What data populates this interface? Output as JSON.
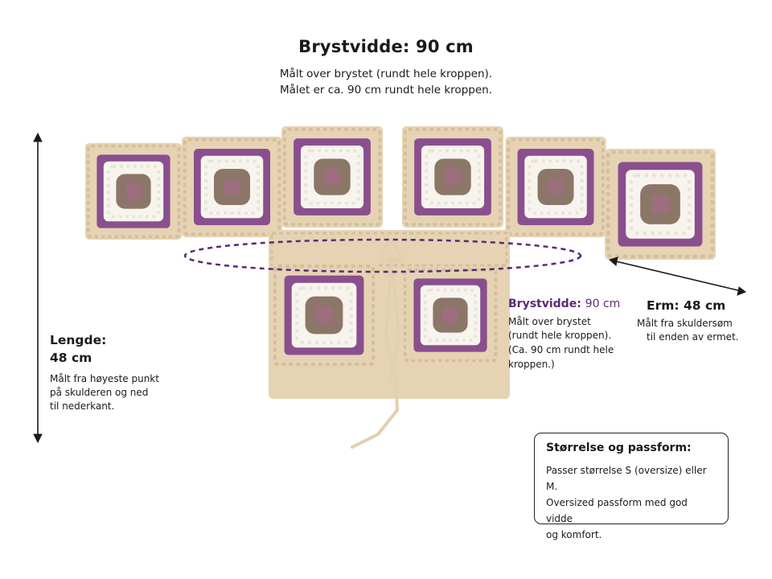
{
  "header": {
    "title": "Brystvidde: 90 cm",
    "line1": "Målt over brystet (rundt hele kroppen).",
    "line2": "Målet er ca. 90 cm rundt hele kroppen."
  },
  "length": {
    "label": "Lengde:",
    "value": "48 cm",
    "desc1": "Målt fra høyeste punkt",
    "desc2": "på skulderen og ned",
    "desc3": "til nederkant."
  },
  "chest": {
    "label": "Brystvidde:",
    "value": "90 cm",
    "desc1": "Målt over brystet",
    "desc2": "(rundt hele kroppen).",
    "desc3": "(Ca. 90 cm rundt hele",
    "desc4": "kroppen.)"
  },
  "arm": {
    "label": "Erm: 48 cm",
    "desc1": "Målt fra skuldersøm",
    "desc2": "til enden av ermet."
  },
  "size": {
    "title": "Størrelse og passform:",
    "line1": "Passer størrelse S (oversize) eller M.",
    "line2": "Oversized passform med god vidde",
    "line3": "og komfort."
  },
  "colors": {
    "yarn_beige": "#e6d3b3",
    "yarn_purple": "#8a4f8e",
    "yarn_white": "#f7f4ee",
    "yarn_brown": "#8c7668",
    "accent_purple": "#5b2a73"
  },
  "icons": [
    "vertical-double-arrow-icon",
    "diagonal-double-arrow-icon",
    "dashed-ellipse-icon"
  ]
}
